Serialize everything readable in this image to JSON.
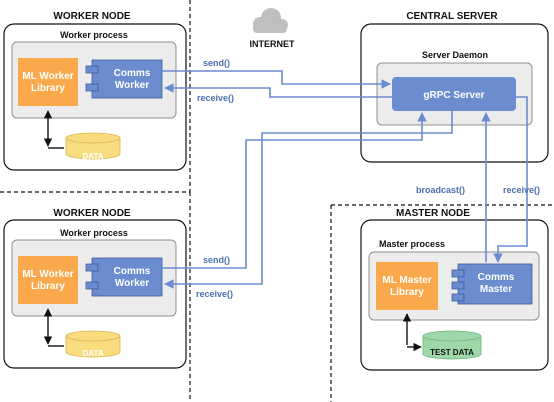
{
  "internet": {
    "label": "INTERNET",
    "icon": "cloud-icon"
  },
  "worker_top": {
    "node_label": "WORKER NODE",
    "process_label": "Worker process",
    "library_label": [
      "ML Worker",
      "Library"
    ],
    "comms_label": [
      "Comms",
      "Worker"
    ],
    "data_label": "DATA",
    "send_label": "send()",
    "receive_label": "receive()"
  },
  "worker_bottom": {
    "node_label": "WORKER NODE",
    "process_label": "Worker process",
    "library_label": [
      "ML Worker",
      "Library"
    ],
    "comms_label": [
      "Comms",
      "Worker"
    ],
    "data_label": "DATA",
    "send_label": "send()",
    "receive_label": "receive()"
  },
  "central": {
    "node_label": "CENTRAL SERVER",
    "daemon_label": "Server Daemon",
    "grpc_label": "gRPC Server",
    "broadcast_label": "broadcast()",
    "receive_label": "receive()"
  },
  "master": {
    "node_label": "MASTER NODE",
    "process_label": "Master process",
    "library_label": [
      "ML Master",
      "Library"
    ],
    "comms_label": [
      "Comms",
      "Master"
    ],
    "data_label": "TEST DATA"
  },
  "colors": {
    "orange": "#f9a94b",
    "blue": "#6b8ccf",
    "data_yellow": "#f9dc7e",
    "data_green": "#9ed7a9",
    "panel_grey": "#ececec"
  }
}
